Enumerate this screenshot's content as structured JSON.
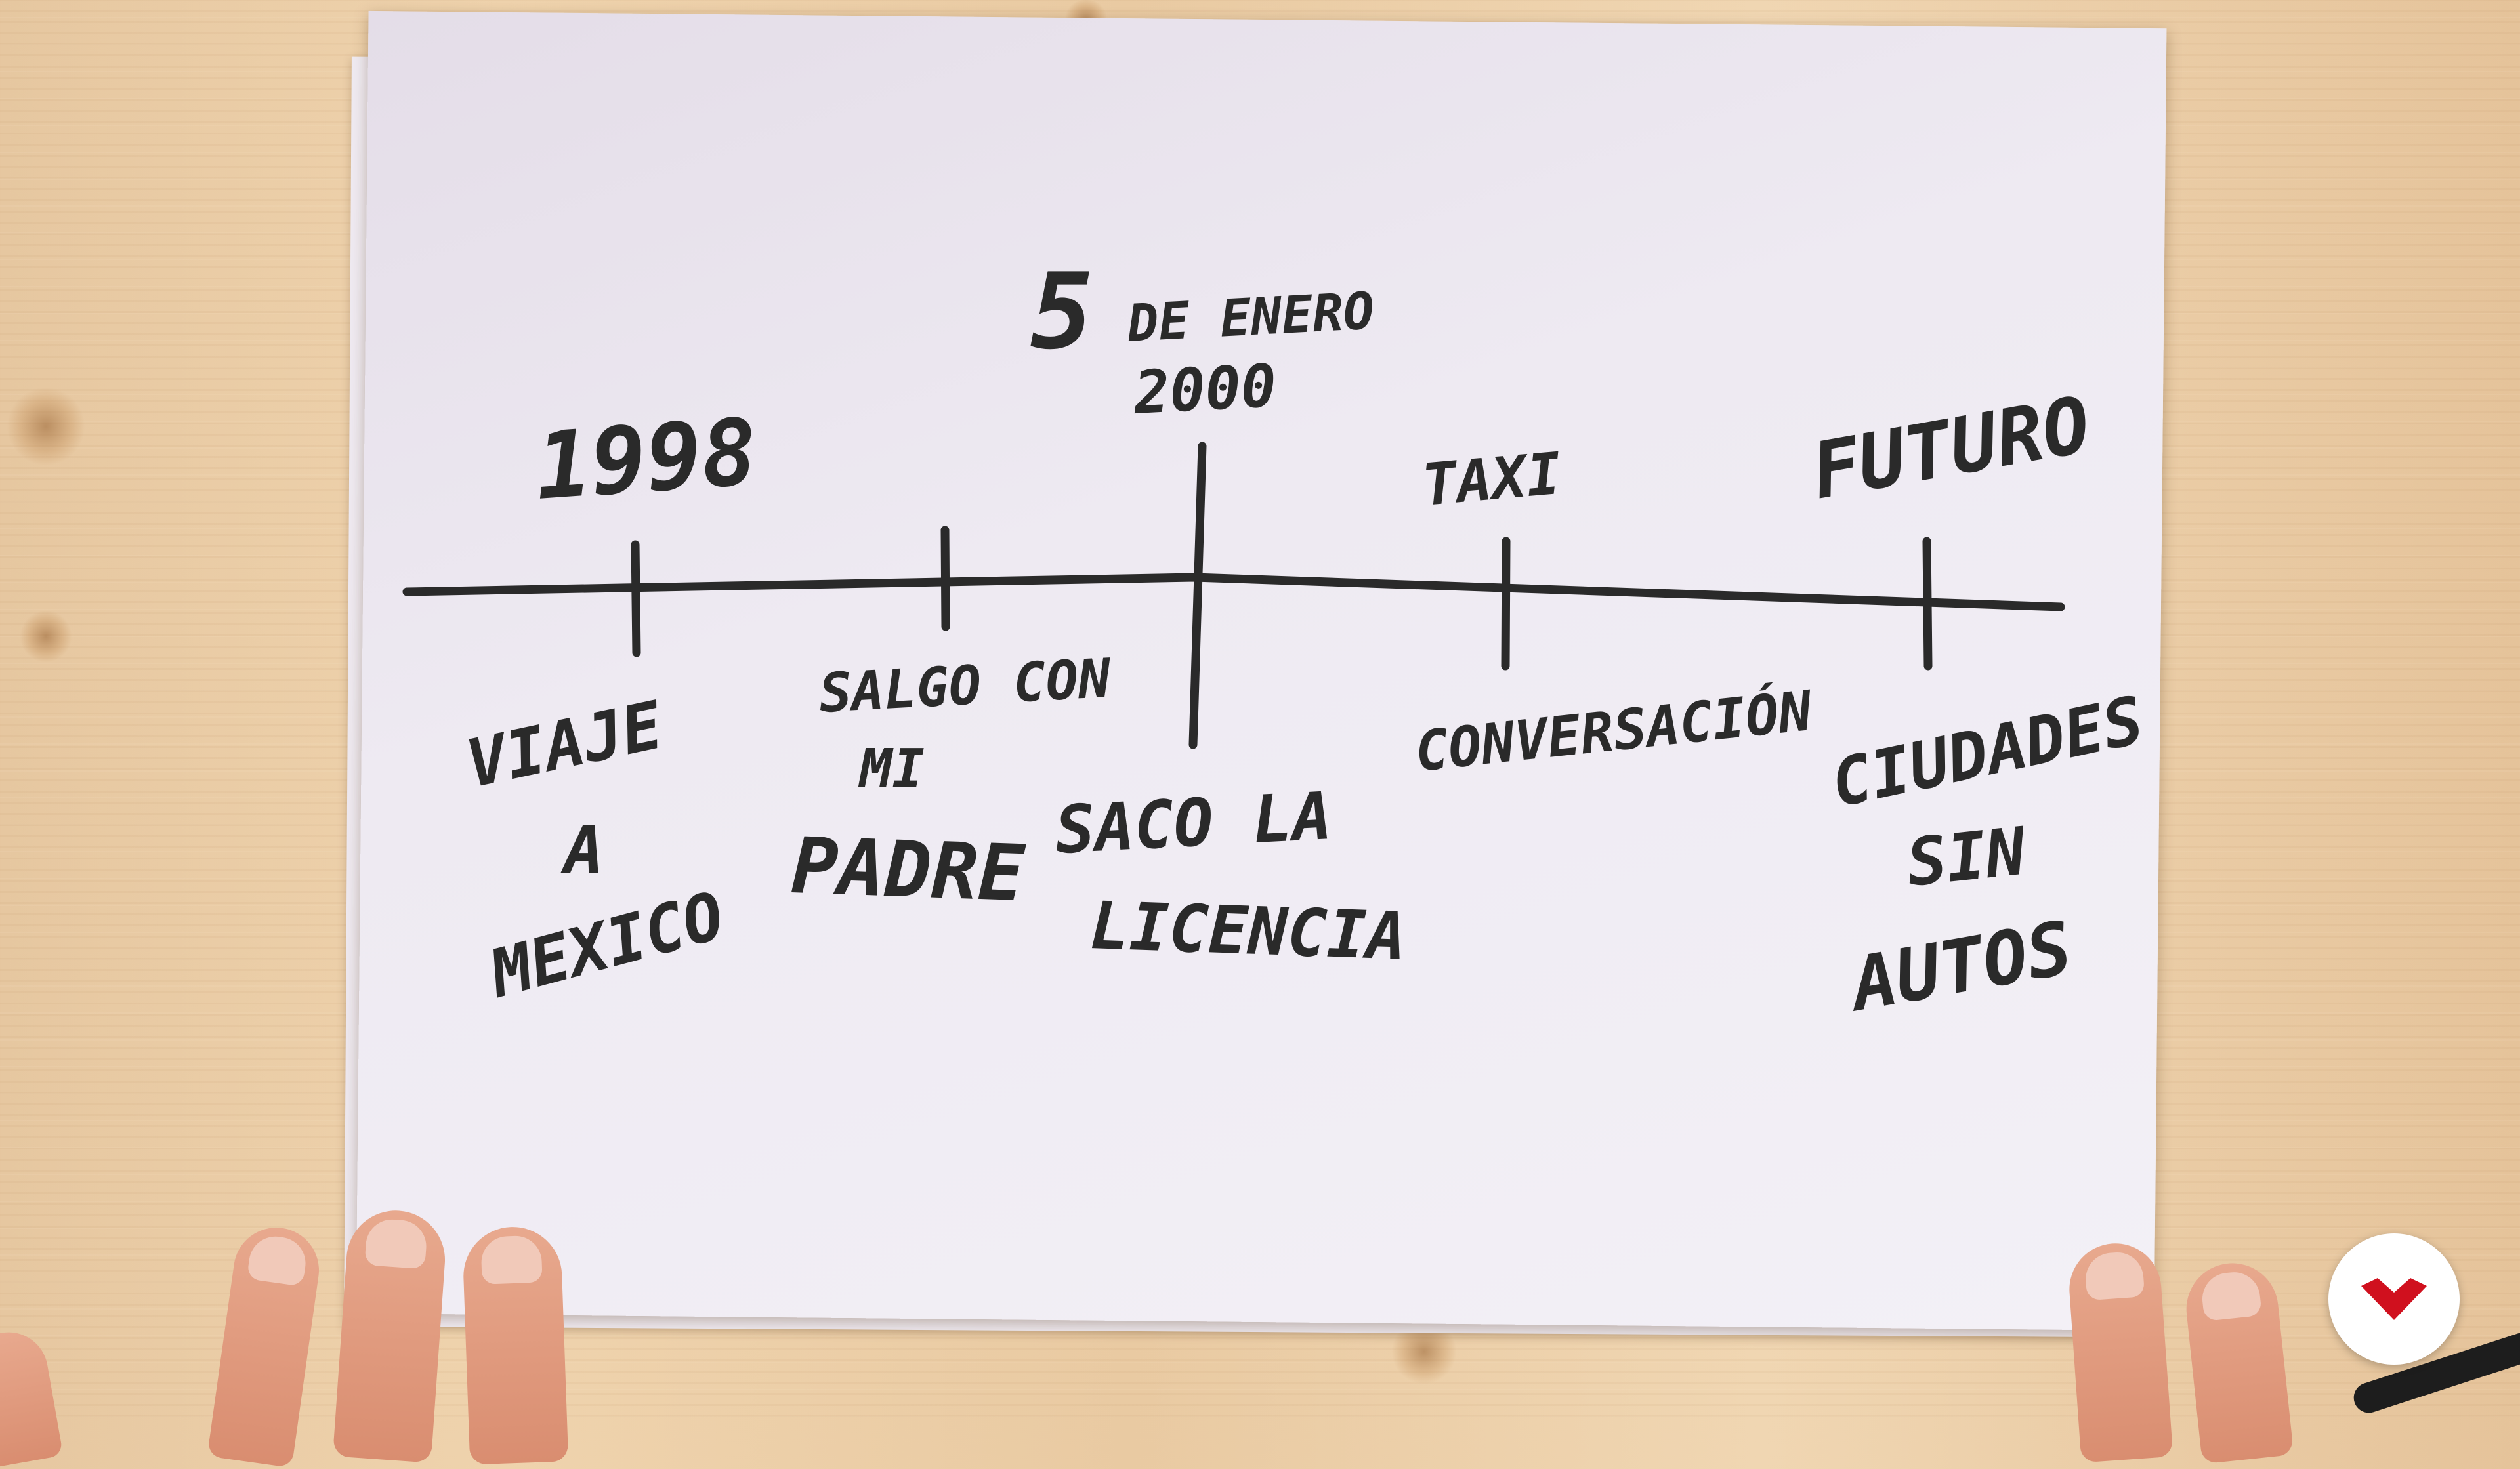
{
  "timeline": {
    "events": [
      {
        "above": "1998",
        "below": [
          "VIAJE",
          "A",
          "MEXICO"
        ]
      },
      {
        "above": "",
        "below": [
          "SALGO CON",
          "MI",
          "PADRE"
        ]
      },
      {
        "above": "5 DE ENERO\n2000",
        "below": [
          "SACO LA",
          "LICENCIA"
        ]
      },
      {
        "above": "TAXI",
        "below": [
          "CONVERSACIÓN"
        ]
      },
      {
        "above": "FUTURO",
        "below": [
          "CIUDADES",
          "SIN",
          "AUTOS"
        ]
      }
    ]
  },
  "colors": {
    "ink": "#2a2a2a",
    "paper": "#eeeaf2",
    "table": "#ecd0aa",
    "logo_red": "#d0101e"
  },
  "logo": {
    "icon": "brand-chevron-icon"
  }
}
